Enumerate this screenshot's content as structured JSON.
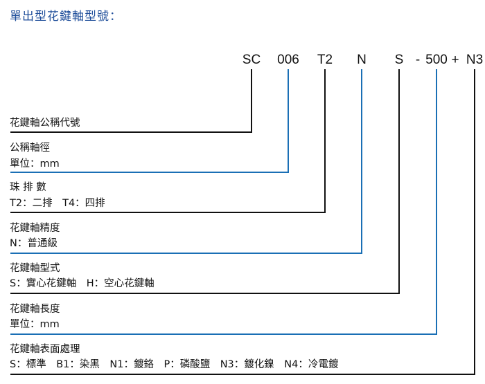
{
  "title": "單出型花鍵軸型號：",
  "codes": [
    {
      "text": "SC",
      "color": "#111111"
    },
    {
      "text": "006",
      "color": "#1a6fb5"
    },
    {
      "text": "T2",
      "color": "#111111"
    },
    {
      "text": "N",
      "color": "#1a6fb5"
    },
    {
      "text": "S",
      "color": "#111111"
    },
    {
      "text": "-",
      "color": null
    },
    {
      "text": "500",
      "color": "#1a6fb5"
    },
    {
      "text": "+",
      "color": null
    },
    {
      "text": "N3",
      "color": "#111111"
    }
  ],
  "sections": [
    {
      "heading": "花鍵軸公稱代號",
      "detail": null
    },
    {
      "heading": "公稱軸徑",
      "detail": "單位：mm"
    },
    {
      "heading": "珠 排 數",
      "detail": "T2：二排　T4：四排"
    },
    {
      "heading": "花鍵軸精度",
      "detail": "N：普通級"
    },
    {
      "heading": "花鍵軸型式",
      "detail": "S：實心花鍵軸　H：空心花鍵軸"
    },
    {
      "heading": "花鍵軸長度",
      "detail": "單位：mm"
    },
    {
      "heading": "花鍵軸表面處理",
      "detail": "S：標準　B1：染黑　N1：鍍鉻　P：磷酸鹽　N3：鍍化鎳　N4：冷電鍍"
    }
  ]
}
